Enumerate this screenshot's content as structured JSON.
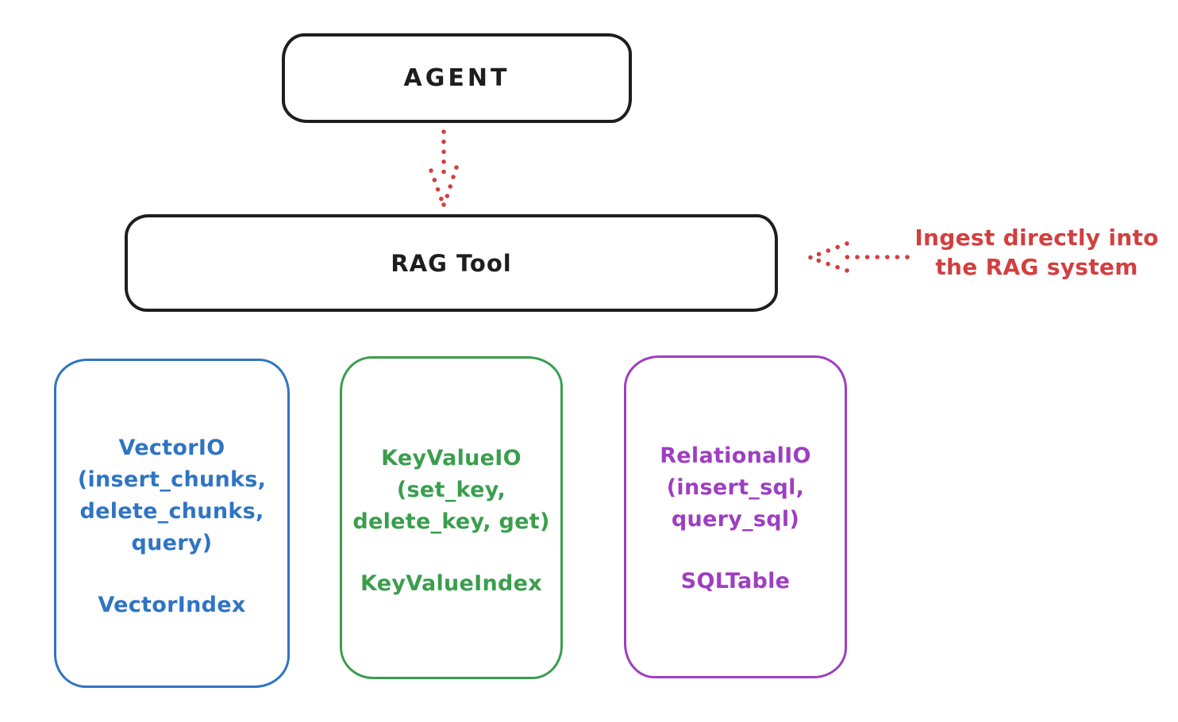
{
  "agent": {
    "label": "AGENT"
  },
  "rag_tool": {
    "label": "RAG Tool"
  },
  "annotation": {
    "line1": "Ingest directly into",
    "line2": "the RAG system"
  },
  "backends": {
    "vector": {
      "title": "VectorIO",
      "m1": "(insert_chunks,",
      "m2": "delete_chunks,",
      "m3": "query)",
      "index": "VectorIndex"
    },
    "keyvalue": {
      "title": "KeyValueIO",
      "m1": "(set_key,",
      "m2": "delete_key, get)",
      "index": "KeyValueIndex"
    },
    "relational": {
      "title": "RelationalIO",
      "m1": "(insert_sql,",
      "m2": "query_sql)",
      "index": "SQLTable"
    }
  },
  "colors": {
    "ink": "#1e1e1e",
    "red": "#d23f3f",
    "blue": "#2f74c4",
    "green": "#3a9e4d",
    "purple": "#9e3ec1",
    "bg": "#ffffff"
  }
}
